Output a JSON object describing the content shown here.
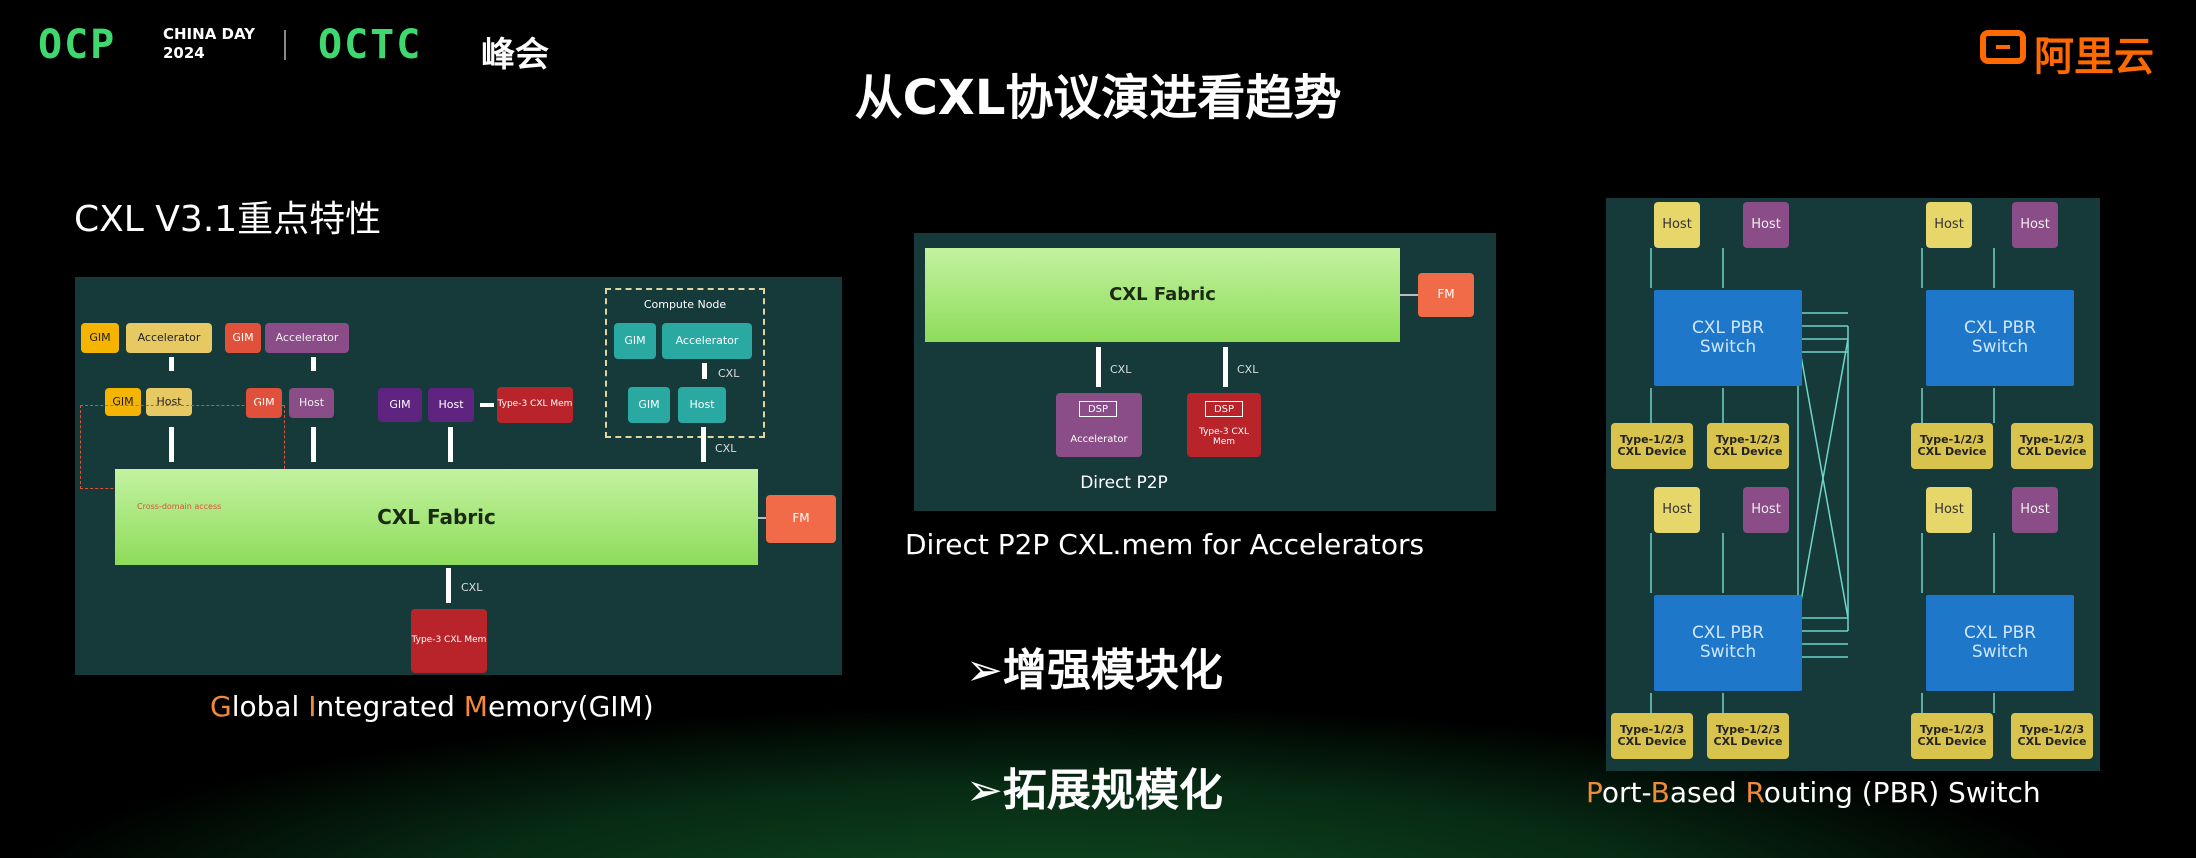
{
  "header": {
    "ocp_logo": "OCP",
    "china_day": "CHINA DAY",
    "year": "2024",
    "octc_logo": "OCTC",
    "summit": "峰会",
    "aliyun_logo": "阿里云",
    "title": "从CXL协议演进看趋势"
  },
  "subtitle": "CXL V3.1重点特性",
  "gim_diagram": {
    "gim": "GIM",
    "accelerator": "Accelerator",
    "host": "Host",
    "type3": "Type-3 CXL Mem",
    "compute_node": "Compute Node",
    "cxl": "CXL",
    "cross_domain": "Cross-domain access",
    "fabric": "CXL Fabric",
    "fm": "FM"
  },
  "gim_caption": {
    "g": "G",
    "lobal": "lobal ",
    "i": "I",
    "ntegrated": "ntegrated ",
    "m": "M",
    "emory": "emory(GIM)"
  },
  "p2p_diagram": {
    "fabric": "CXL Fabric",
    "fm": "FM",
    "cxl": "CXL",
    "dsp": "DSP",
    "accelerator": "Accelerator",
    "type3": "Type-3 CXL Mem",
    "label": "Direct P2P"
  },
  "p2p_caption": "Direct P2P CXL.mem for Accelerators",
  "bullets": [
    "➢增强模块化",
    "➢拓展规模化"
  ],
  "pbr_diagram": {
    "host": "Host",
    "switch_line1": "CXL PBR",
    "switch_line2": "Switch",
    "device_line1": "Type-1/2/3",
    "device_line2": "CXL Device"
  },
  "pbr_caption": {
    "p": "P",
    "ort": "ort-",
    "b": "B",
    "ased": "ased ",
    "r": "R",
    "outing": "outing (PBR) Switch"
  },
  "colors": {
    "accent_green": "#3ed86e",
    "accent_orange": "#f28a3a",
    "fabric_green": "#a6e57a"
  }
}
